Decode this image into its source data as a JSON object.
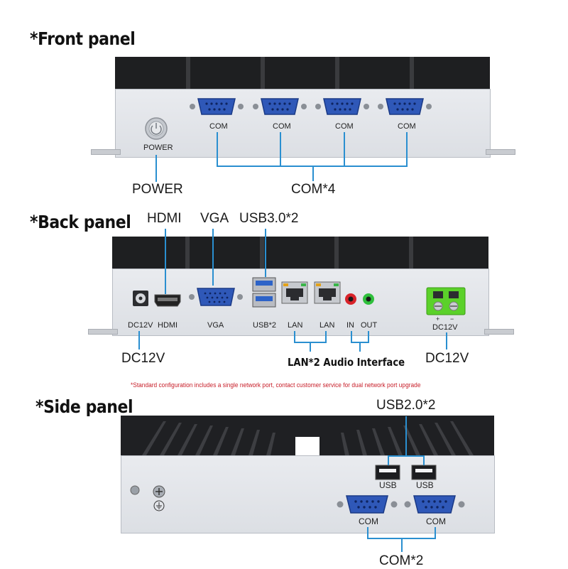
{
  "sections": {
    "front": {
      "title": "*Front panel",
      "power_label": "POWER",
      "power_callout": "POWER",
      "com_port_label": "COM",
      "com_callout": "COM*4"
    },
    "back": {
      "title": "*Back panel",
      "hdmi_callout": "HDMI",
      "vga_callout": "VGA",
      "usb_callout": "USB3.0*2",
      "dc_label": "DC12V",
      "hdmi_label": "HDMI",
      "vga_label": "VGA",
      "usb_label": "USB*2",
      "lan_label": "LAN",
      "in_label": "IN",
      "out_label": "OUT",
      "terminal_plus": "+",
      "terminal_minus": "−",
      "terminal_dc_label": "DC12V",
      "dc_callout_left": "DC12V",
      "lan_audio_callout": "LAN*2 Audio Interface",
      "dc_callout_right": "DC12V",
      "notice": "*Standard configuration includes a single network port, contact customer service for dual network port upgrade"
    },
    "side": {
      "title": "*Side panel",
      "usb_callout": "USB2.0*2",
      "usb_label": "USB",
      "com_label": "COM",
      "com_callout": "COM*2"
    }
  },
  "colors": {
    "callout_line": "#2a8fd0",
    "db9_port": "#2f58b8",
    "terminal_block": "#5bd12a",
    "notice_text": "#c8202b"
  }
}
